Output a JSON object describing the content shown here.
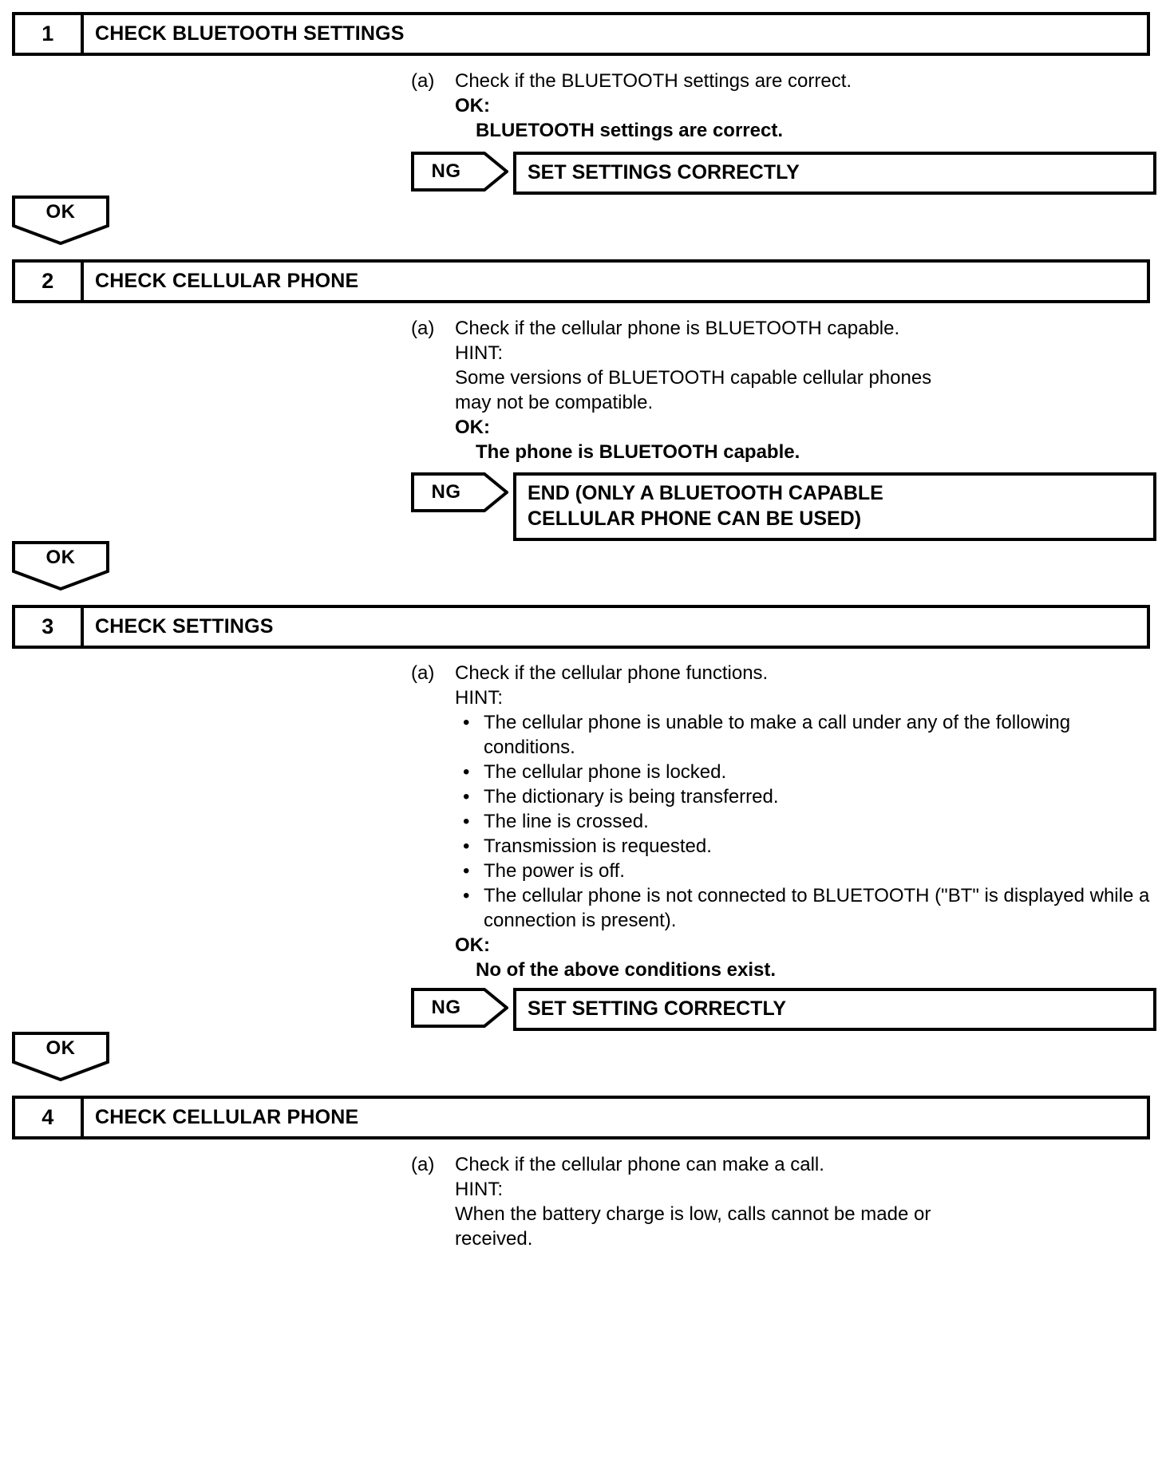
{
  "steps": [
    {
      "number": "1",
      "title": "CHECK BLUETOOTH SETTINGS",
      "marker": "(a)",
      "lines": [
        "Check if the BLUETOOTH settings are correct."
      ],
      "ok_label": "OK:",
      "ok_result": "BLUETOOTH settings are correct.",
      "ng_label": "NG",
      "ng_lines": [
        "SET SETTINGS CORRECTLY"
      ],
      "connector_label": "OK"
    },
    {
      "number": "2",
      "title": "CHECK CELLULAR PHONE",
      "marker": "(a)",
      "lines": [
        "Check if the cellular phone is BLUETOOTH capable.",
        "HINT:",
        "Some versions of BLUETOOTH capable cellular phones",
        "may not be compatible."
      ],
      "ok_label": "OK:",
      "ok_result": "The phone is BLUETOOTH capable.",
      "ng_label": "NG",
      "ng_lines": [
        "END (ONLY A BLUETOOTH CAPABLE",
        "CELLULAR PHONE CAN BE USED)"
      ],
      "connector_label": "OK"
    },
    {
      "number": "3",
      "title": "CHECK SETTINGS",
      "marker": "(a)",
      "lines": [
        "Check if the cellular phone functions.",
        "HINT:"
      ],
      "bullet_char": "•",
      "bullets": [
        "The cellular phone is unable to make a call under any of the following conditions.",
        "The cellular phone is locked.",
        "The dictionary is being transferred.",
        "The line is crossed.",
        "Transmission is requested.",
        "The power is off.",
        "The cellular phone is not connected to BLUETOOTH (\"BT\" is displayed while a connection is present)."
      ],
      "ok_label": "OK:",
      "ok_result": "No of the above conditions exist.",
      "ng_label": "NG",
      "ng_lines": [
        "SET SETTING CORRECTLY"
      ],
      "connector_label": "OK"
    },
    {
      "number": "4",
      "title": "CHECK CELLULAR PHONE",
      "marker": "(a)",
      "lines": [
        "Check if the cellular phone can make a call.",
        "HINT:",
        "When the battery charge is low, calls cannot be made or",
        "received."
      ]
    }
  ],
  "colors": {
    "ink": "#000000",
    "paper": "#ffffff"
  }
}
